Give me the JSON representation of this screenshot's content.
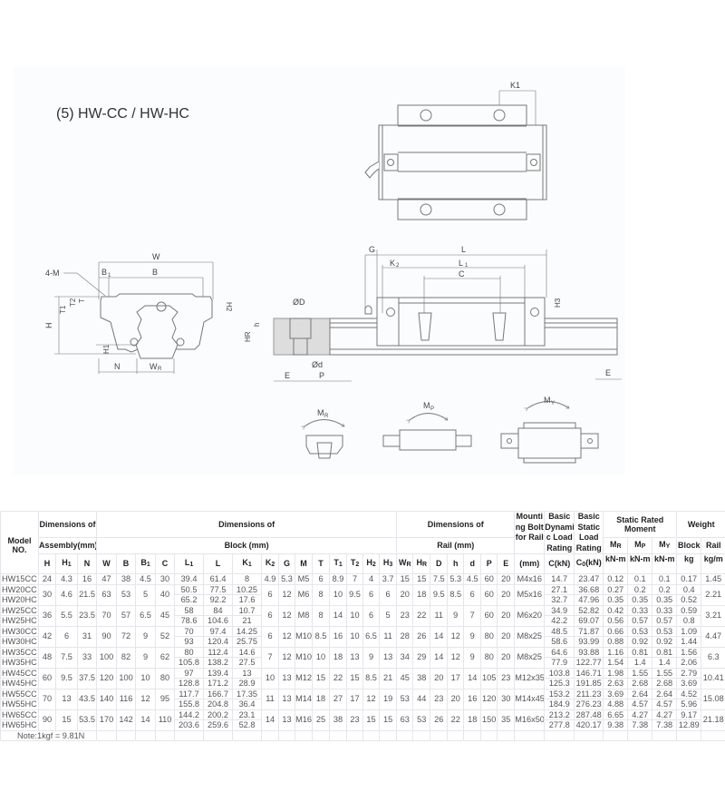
{
  "drawing": {
    "title": "(5) HW-CC / HW-HC",
    "top_view": {
      "dim_label": "K1"
    },
    "front_view": {
      "labels": [
        "W",
        "B1",
        "B",
        "4-M",
        "T1",
        "T2",
        "T",
        "H",
        "H1",
        "H2",
        "N",
        "WR"
      ]
    },
    "side_view": {
      "labels": [
        "G",
        "L",
        "K2",
        "L1",
        "C",
        "H3",
        "ØD",
        "h",
        "HR",
        "Ød",
        "E",
        "P",
        "E"
      ]
    },
    "moments": [
      {
        "label": "MR",
        "sub": "R",
        "base": "M"
      },
      {
        "label": "MP",
        "sub": "P",
        "base": "M"
      },
      {
        "label": "MY",
        "sub": "Y",
        "base": "M"
      }
    ]
  },
  "table": {
    "header": {
      "model": "Model NO.",
      "assembly_group": "Dimensions of",
      "assembly_group_sub": "Assembly(mm)",
      "block_group": "Dimensions of",
      "block_group_sub": "Block (mm)",
      "rail_group": "Dimensions of",
      "rail_group_sub": "Rail (mm)",
      "bolt": "Mounting Bolt for Rail",
      "bolt_unit": "(mm)",
      "dyn": "Basic Dynamic Load Rating",
      "dyn_unit": "C(kN)",
      "stat": "Basic Static Load Rating",
      "stat_unit": "C0(kN)",
      "moment_group": "Static Rated Moment",
      "mr": "MR",
      "mp": "MP",
      "my": "MY",
      "moment_unit": "kN-m",
      "weight_group": "Weight",
      "block": "Block",
      "block_unit": "kg",
      "rail": "Rail",
      "rail_unit": "kg/m",
      "cols_assembly": [
        "H",
        "H1",
        "N"
      ],
      "cols_block": [
        "W",
        "B",
        "B1",
        "C",
        "L1",
        "L",
        "K1",
        "K2",
        "G",
        "M",
        "T",
        "T1",
        "T2",
        "H2",
        "H3"
      ],
      "cols_rail": [
        "WR",
        "HR",
        "D",
        "h",
        "d",
        "P",
        "E"
      ]
    },
    "groups": [
      {
        "models": [
          "HW15CC"
        ],
        "H": "24",
        "H1": "4.3",
        "N": "16",
        "W": "47",
        "B": "38",
        "B1": "4.5",
        "C": "30",
        "L1": [
          "39.4"
        ],
        "L": [
          "61.4"
        ],
        "K1": [
          "8"
        ],
        "K2": "4.9",
        "G": "5.3",
        "M": "M5",
        "T": "6",
        "T1": "8.9",
        "T2": "7",
        "H2": "4",
        "H3": "3.7",
        "WR": "15",
        "HR": "15",
        "D": "7.5",
        "h": "5.3",
        "d": "4.5",
        "P": "60",
        "E": "20",
        "bolt": "M4x16",
        "C_kN": [
          "14.7"
        ],
        "C0_kN": [
          "23.47"
        ],
        "MR": [
          "0.12"
        ],
        "MP": [
          "0.1"
        ],
        "MY": [
          "0.1"
        ],
        "block_kg": [
          "0.17"
        ],
        "rail_kgm": "1.45"
      },
      {
        "models": [
          "HW20CC",
          "HW20HC"
        ],
        "H": "30",
        "H1": "4.6",
        "N": "21.5",
        "W": "63",
        "B": "53",
        "B1": "5",
        "C": "40",
        "L1": [
          "50.5",
          "65.2"
        ],
        "L": [
          "77.5",
          "92.2"
        ],
        "K1": [
          "10.25",
          "17.6"
        ],
        "K2": "6",
        "G": "12",
        "M": "M6",
        "T": "8",
        "T1": "10",
        "T2": "9.5",
        "H2": "6",
        "H3": "6",
        "WR": "20",
        "HR": "18",
        "D": "9.5",
        "h": "8.5",
        "d": "6",
        "P": "60",
        "E": "20",
        "bolt": "M5x16",
        "C_kN": [
          "27.1",
          "32.7"
        ],
        "C0_kN": [
          "36.68",
          "47.96"
        ],
        "MR": [
          "0.27",
          "0.35"
        ],
        "MP": [
          "0.2",
          "0.35"
        ],
        "MY": [
          "0.2",
          "0.35"
        ],
        "block_kg": [
          "0.4",
          "0.52"
        ],
        "rail_kgm": "2.21"
      },
      {
        "models": [
          "HW25CC",
          "HW25HC"
        ],
        "H": "36",
        "H1": "5.5",
        "N": "23.5",
        "W": "70",
        "B": "57",
        "B1": "6.5",
        "C": "45",
        "L1": [
          "58",
          "78.6"
        ],
        "L": [
          "84",
          "104.6"
        ],
        "K1": [
          "10.7",
          "21"
        ],
        "K2": "6",
        "G": "12",
        "M": "M8",
        "T": "8",
        "T1": "14",
        "T2": "10",
        "H2": "6",
        "H3": "5",
        "WR": "23",
        "HR": "22",
        "D": "11",
        "h": "9",
        "d": "7",
        "P": "60",
        "E": "20",
        "bolt": "M6x20",
        "C_kN": [
          "34.9",
          "42.2"
        ],
        "C0_kN": [
          "52.82",
          "69.07"
        ],
        "MR": [
          "0.42",
          "0.56"
        ],
        "MP": [
          "0.33",
          "0.57"
        ],
        "MY": [
          "0.33",
          "0.57"
        ],
        "block_kg": [
          "0.59",
          "0.8"
        ],
        "rail_kgm": "3.21"
      },
      {
        "models": [
          "HW30CC",
          "HW30HC"
        ],
        "H": "42",
        "H1": "6",
        "N": "31",
        "W": "90",
        "B": "72",
        "B1": "9",
        "C": "52",
        "L1": [
          "70",
          "93"
        ],
        "L": [
          "97.4",
          "120.4"
        ],
        "K1": [
          "14.25",
          "25.75"
        ],
        "K2": "6",
        "G": "12",
        "M": "M10",
        "T": "8.5",
        "T1": "16",
        "T2": "10",
        "H2": "6.5",
        "H3": "11",
        "WR": "28",
        "HR": "26",
        "D": "14",
        "h": "12",
        "d": "9",
        "P": "80",
        "E": "20",
        "bolt": "M8x25",
        "C_kN": [
          "48.5",
          "58.6"
        ],
        "C0_kN": [
          "71.87",
          "93.99"
        ],
        "MR": [
          "0.66",
          "0.88"
        ],
        "MP": [
          "0.53",
          "0.92"
        ],
        "MY": [
          "0.53",
          "0.92"
        ],
        "block_kg": [
          "1.09",
          "1.44"
        ],
        "rail_kgm": "4.47"
      },
      {
        "models": [
          "HW35CC",
          "HW35HC"
        ],
        "H": "48",
        "H1": "7.5",
        "N": "33",
        "W": "100",
        "B": "82",
        "B1": "9",
        "C": "62",
        "L1": [
          "80",
          "105.8"
        ],
        "L": [
          "112.4",
          "138.2"
        ],
        "K1": [
          "14.6",
          "27.5"
        ],
        "K2": "7",
        "G": "12",
        "M": "M10",
        "T": "10",
        "T1": "18",
        "T2": "13",
        "H2": "9",
        "H3": "13",
        "WR": "34",
        "HR": "29",
        "D": "14",
        "h": "12",
        "d": "9",
        "P": "80",
        "E": "20",
        "bolt": "M8x25",
        "C_kN": [
          "64.6",
          "77.9"
        ],
        "C0_kN": [
          "93.88",
          "122.77"
        ],
        "MR": [
          "1.16",
          "1.54"
        ],
        "MP": [
          "0.81",
          "1.4"
        ],
        "MY": [
          "0.81",
          "1.4"
        ],
        "block_kg": [
          "1.56",
          "2.06"
        ],
        "rail_kgm": "6.3"
      },
      {
        "models": [
          "HW45CC",
          "HW45HC"
        ],
        "H": "60",
        "H1": "9.5",
        "N": "37.5",
        "W": "120",
        "B": "100",
        "B1": "10",
        "C": "80",
        "L1": [
          "97",
          "128.8"
        ],
        "L": [
          "139.4",
          "171.2"
        ],
        "K1": [
          "13",
          "28.9"
        ],
        "K2": "10",
        "G": "13",
        "M": "M12",
        "T": "15",
        "T1": "22",
        "T2": "15",
        "H2": "8.5",
        "H3": "21",
        "WR": "45",
        "HR": "38",
        "D": "20",
        "h": "17",
        "d": "14",
        "P": "105",
        "E": "23",
        "bolt": "M12x35",
        "C_kN": [
          "103.8",
          "125.3"
        ],
        "C0_kN": [
          "146.71",
          "191.85"
        ],
        "MR": [
          "1.98",
          "2.63"
        ],
        "MP": [
          "1.55",
          "2.68"
        ],
        "MY": [
          "1.55",
          "2.68"
        ],
        "block_kg": [
          "2.79",
          "3.69"
        ],
        "rail_kgm": "10.41"
      },
      {
        "models": [
          "HW55CC",
          "HW55HC"
        ],
        "H": "70",
        "H1": "13",
        "N": "43.5",
        "W": "140",
        "B": "116",
        "B1": "12",
        "C": "95",
        "L1": [
          "117.7",
          "155.8"
        ],
        "L": [
          "166.7",
          "204.8"
        ],
        "K1": [
          "17.35",
          "36.4"
        ],
        "K2": "11",
        "G": "13",
        "M": "M14",
        "T": "18",
        "T1": "27",
        "T2": "17",
        "H2": "12",
        "H3": "19",
        "WR": "53",
        "HR": "44",
        "D": "23",
        "h": "20",
        "d": "16",
        "P": "120",
        "E": "30",
        "bolt": "M14x45",
        "C_kN": [
          "153.2",
          "184.9"
        ],
        "C0_kN": [
          "211.23",
          "276.23"
        ],
        "MR": [
          "3.69",
          "4.88"
        ],
        "MP": [
          "2.64",
          "4.57"
        ],
        "MY": [
          "2.64",
          "4.57"
        ],
        "block_kg": [
          "4.52",
          "5.96"
        ],
        "rail_kgm": "15.08"
      },
      {
        "models": [
          "HW65CC",
          "HW65HC"
        ],
        "H": "90",
        "H1": "15",
        "N": "53.5",
        "W": "170",
        "B": "142",
        "B1": "14",
        "C": "110",
        "L1": [
          "144.2",
          "203.6"
        ],
        "L": [
          "200.2",
          "259.6"
        ],
        "K1": [
          "23.1",
          "52.8"
        ],
        "K2": "14",
        "G": "13",
        "M": "M16",
        "T": "25",
        "T1": "38",
        "T2": "23",
        "H2": "15",
        "H3": "15",
        "WR": "63",
        "HR": "53",
        "D": "26",
        "h": "22",
        "d": "18",
        "P": "150",
        "E": "35",
        "bolt": "M16x50",
        "C_kN": [
          "213.2",
          "277.8"
        ],
        "C0_kN": [
          "287.48",
          "420.17"
        ],
        "MR": [
          "6.65",
          "9.38"
        ],
        "MP": [
          "4.27",
          "7.38"
        ],
        "MY": [
          "4.27",
          "7.38"
        ],
        "block_kg": [
          "9.17",
          "12.89"
        ],
        "rail_kgm": "21.18"
      }
    ],
    "note": "Note:1kgf = 9.81N"
  }
}
